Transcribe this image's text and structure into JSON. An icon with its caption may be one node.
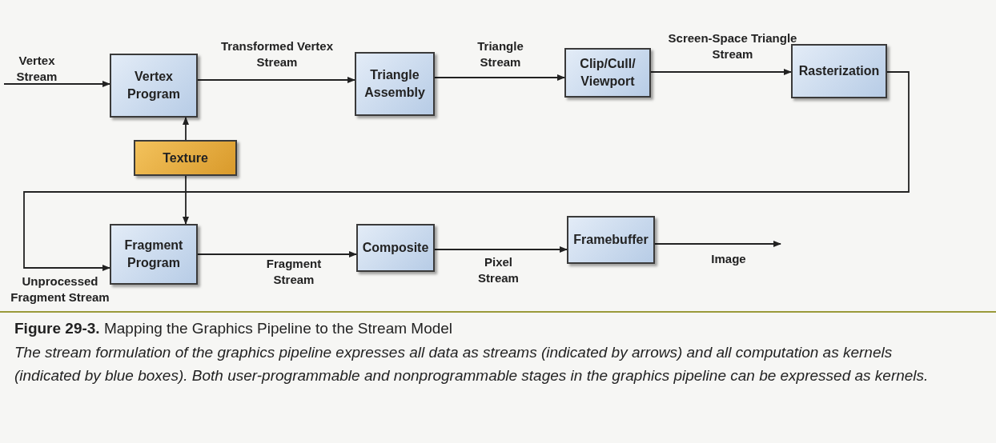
{
  "diagram": {
    "title": "**Figure 29-3.** Mapping the Graphics Pipeline to the Stream Model",
    "caption": "The stream formulation of the graphics pipeline expresses all data as streams (indicated by arrows) and all computation as kernels (indicated by blue boxes). Both user-programmable and nonprogrammable stages in the graphics pipeline can be expressed as kernels.",
    "nodes": [
      {
        "text": [
          "Vertex Program"
        ]
      },
      {
        "text": [
          "Triangle Assembly"
        ]
      },
      {
        "text": [
          "Clip/Cull/ Viewport"
        ]
      },
      {
        "text": [
          "Rasterization"
        ]
      },
      {
        "text": [
          "Texture"
        ]
      },
      {
        "text": [
          "Fragment Program"
        ]
      },
      {
        "text": [
          "Composite"
        ]
      },
      {
        "text": [
          "Framebuffer"
        ]
      }
    ],
    "edges": [
      {
        "from": null,
        "to": 0,
        "arrow": "to",
        "label": "Vertex Stream"
      },
      {
        "from": 0,
        "to": 1,
        "arrow": "to",
        "label": "Transformed Vertex Stream"
      },
      {
        "from": 1,
        "to": 2,
        "arrow": "to",
        "label": "Triangle Stream"
      },
      {
        "from": 2,
        "to": 3,
        "arrow": "to",
        "label": "Screen-Space Triangle Stream"
      },
      {
        "from": 3,
        "to": 5,
        "arrow": "to",
        "label": "Unprocessed Fragment Stream"
      },
      {
        "from": 4,
        "to": 0,
        "arrow": "to"
      },
      {
        "from": 4,
        "to": 5,
        "arrow": "to"
      },
      {
        "from": 5,
        "to": 6,
        "arrow": "to",
        "label": "Fragment Stream"
      },
      {
        "from": 6,
        "to": 7,
        "arrow": "to",
        "label": "Pixel Stream"
      },
      {
        "from": 7,
        "to": null,
        "arrow": "to",
        "label": "Image"
      }
    ]
  }
}
